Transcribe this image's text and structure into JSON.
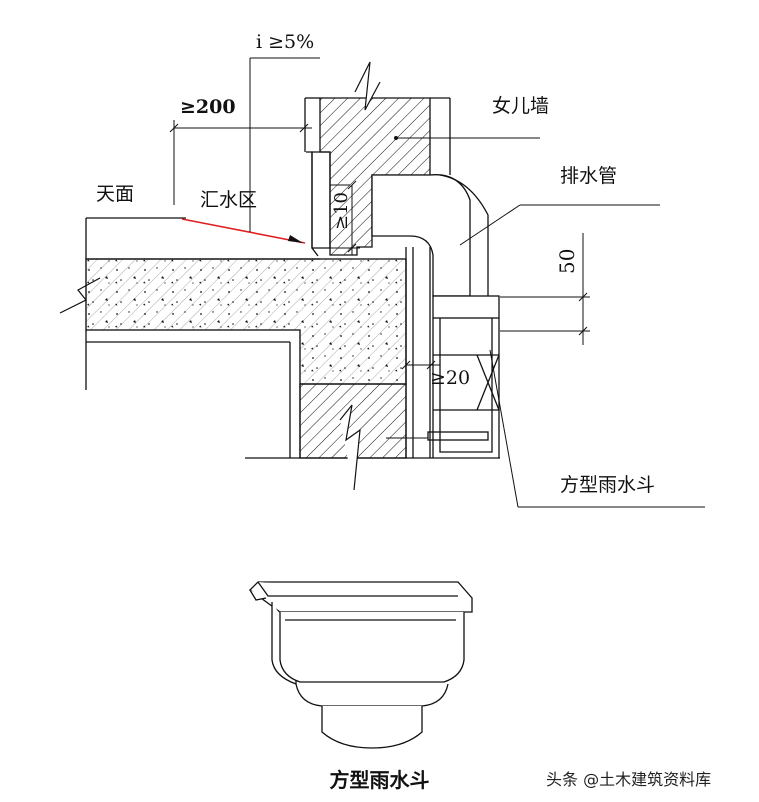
{
  "labels": {
    "slope": "i ≥5%",
    "setback": "≥200",
    "roof_surface": "天面",
    "catchment_zone": "汇水区",
    "drop": "≥10",
    "parapet_wall": "女儿墙",
    "drain_pipe": "排水管",
    "height_50": "50",
    "gap": "≥20",
    "rain_hopper": "方型雨水斗"
  },
  "caption": "方型雨水斗",
  "watermark": "头条 @土木建筑资料库",
  "colors": {
    "line": "#111111",
    "slope_line": "#e02020",
    "background": "#ffffff"
  }
}
